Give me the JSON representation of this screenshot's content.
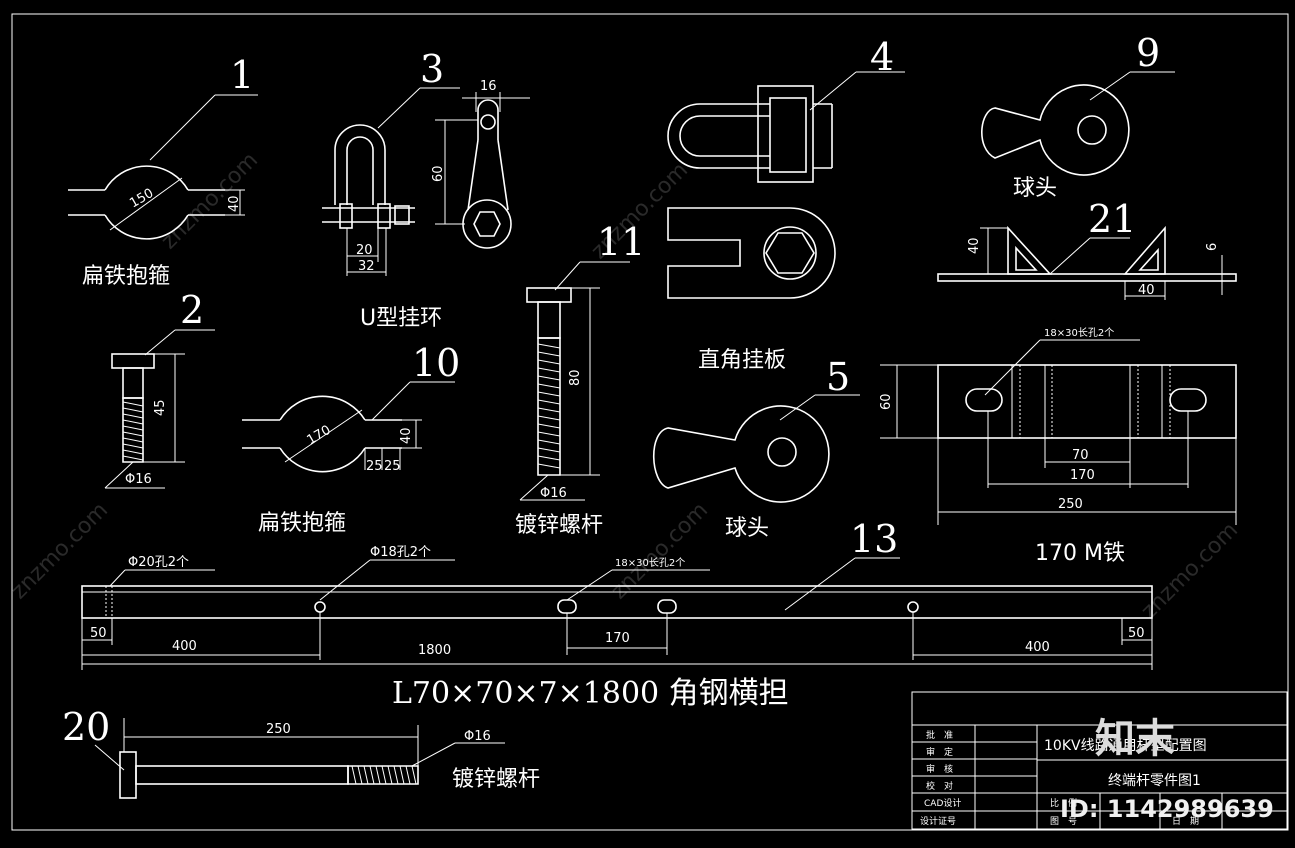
{
  "parts": {
    "p1": {
      "num": "1",
      "caption": "扁铁抱箍",
      "dims": [
        "150",
        "40"
      ]
    },
    "p2": {
      "num": "2",
      "dims": [
        "45"
      ],
      "dia": "Φ16"
    },
    "p3": {
      "num": "3",
      "caption": "U型挂环",
      "dims": [
        "16",
        "60",
        "20",
        "32"
      ]
    },
    "p4": {
      "num": "4",
      "caption": "直角挂板"
    },
    "p5": {
      "num": "5",
      "caption": "球头"
    },
    "p9": {
      "num": "9",
      "caption": "球头"
    },
    "p10": {
      "num": "10",
      "caption": "扁铁抱箍",
      "dims": [
        "170",
        "40",
        "25",
        "25"
      ]
    },
    "p11": {
      "num": "11",
      "caption": "镀锌螺杆",
      "dims": [
        "80"
      ],
      "dia": "Φ16"
    },
    "p21": {
      "num": "21",
      "dims": [
        "40",
        "6",
        "40"
      ]
    },
    "m_iron": {
      "caption": "170 M铁",
      "note": "18×30长孔2个",
      "dims": [
        "60",
        "70",
        "170",
        "250"
      ]
    },
    "p13": {
      "num": "13",
      "title": "L70×70×7×1800  角钢横担",
      "notes": [
        "Φ20孔2个",
        "Φ18孔2个",
        "18×30长孔2个"
      ],
      "dims": [
        "50",
        "400",
        "1800",
        "170",
        "400",
        "50"
      ]
    },
    "p20": {
      "num": "20",
      "caption": "镀锌螺杆",
      "dims": [
        "250"
      ],
      "dia": "Φ16"
    }
  },
  "title_block": {
    "roles": [
      "批　准",
      "审　定",
      "审　核",
      "校　对",
      "CAD设计",
      "设计证号"
    ],
    "drawing_title": "10KV线路通用杆型配置图",
    "sheet_title": "终端杆零件图1",
    "fields": [
      "比　例",
      "图　号",
      "日　期"
    ]
  },
  "watermark": {
    "text": "znzmo.com",
    "logo": "知末",
    "id": "ID: 1142989639"
  }
}
